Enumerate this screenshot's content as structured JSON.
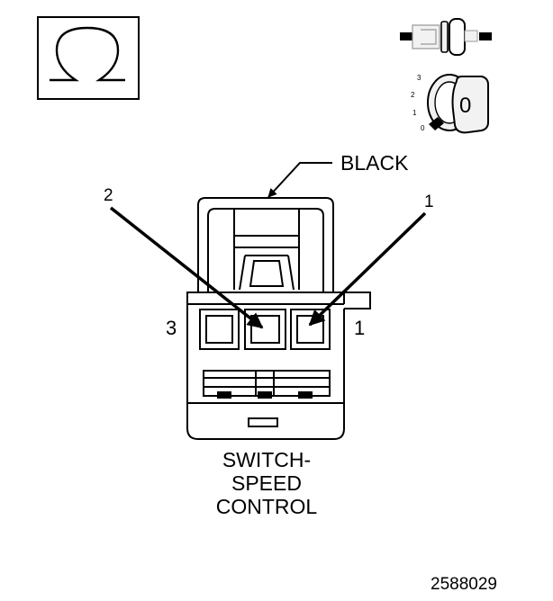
{
  "labels": {
    "color": "BLACK",
    "pin_left": "2",
    "pin_right": "1",
    "cavity_left": "3",
    "cavity_right": "1"
  },
  "caption": {
    "line1": "SWITCH-",
    "line2": "SPEED",
    "line3": "CONTROL"
  },
  "figure_id": "2588029",
  "icons": {
    "ohmmeter": "ohm-icon",
    "disconnected_connector": "disconnected-connector-icon",
    "ignition_key": "ignition-key-icon"
  },
  "ignition": {
    "positions": [
      "3",
      "2",
      "1",
      "0"
    ],
    "state": "0"
  },
  "colors": {
    "line": "#000000",
    "background": "#ffffff",
    "icon_fill": "#f2f2f2"
  }
}
